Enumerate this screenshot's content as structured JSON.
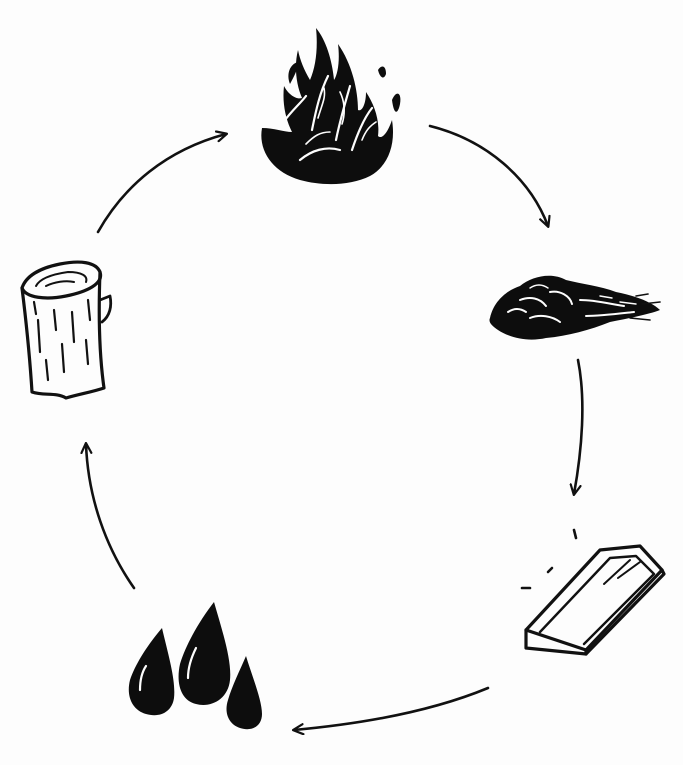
{
  "diagram": {
    "kind": "cycle",
    "direction": "clockwise",
    "ink_color": "#111111",
    "background": "#fdfdfd",
    "stages": [
      {
        "id": "fire",
        "icon": "fire-icon"
      },
      {
        "id": "smoke",
        "icon": "smoke-icon"
      },
      {
        "id": "ingot",
        "icon": "metal-ingot-icon"
      },
      {
        "id": "drops",
        "icon": "oil-drops-icon"
      },
      {
        "id": "log",
        "icon": "wood-log-icon"
      }
    ],
    "arrows": [
      {
        "from": "fire",
        "to": "smoke"
      },
      {
        "from": "smoke",
        "to": "ingot"
      },
      {
        "from": "ingot",
        "to": "drops"
      },
      {
        "from": "drops",
        "to": "log"
      },
      {
        "from": "log",
        "to": "fire"
      }
    ]
  }
}
